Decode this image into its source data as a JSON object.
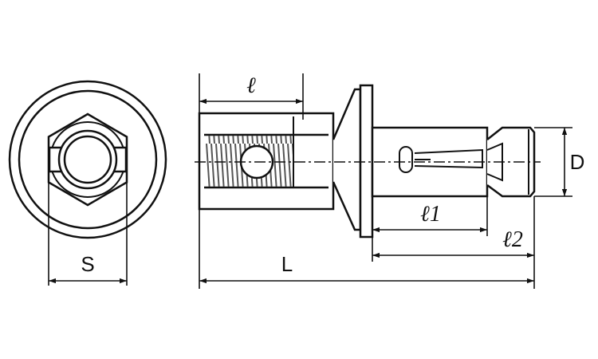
{
  "labels": {
    "thread_length": "ℓ",
    "sleeve_length": "ℓ1",
    "tip_length": "ℓ2",
    "width_across_flats": "S",
    "overall_length": "L",
    "diameter": "D"
  },
  "colors": {
    "ink": "#111111",
    "hatch": "#555555",
    "background": "#ffffff"
  }
}
